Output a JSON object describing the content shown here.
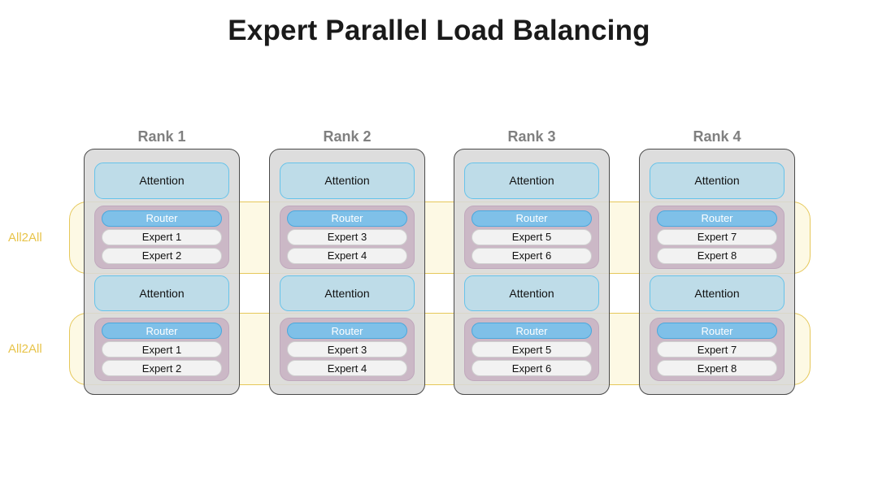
{
  "title": "Expert Parallel Load Balancing",
  "colors": {
    "rank_card_bg": "#D8D8D8",
    "rank_card_border": "#4A4A4A",
    "attention_bg": "#BEDCE8",
    "attention_border": "#66C3EA",
    "moe_bg": "#C9B4C4",
    "moe_border": "#C0A8BD",
    "router_bg": "#7FC0E8",
    "router_border": "#4AA8DD",
    "router_text": "#FFFFFF",
    "expert_bg": "#F2F2F2",
    "expert_border": "#CFCFCF",
    "a2a_band_fill": "#F5E278",
    "a2a_band_border": "#E6C85A",
    "a2a_label_text": "#E8C44A",
    "rank_title_text": "#808080"
  },
  "a2a_bands": [
    {
      "label": "All2All"
    },
    {
      "label": "All2All"
    }
  ],
  "ranks": [
    {
      "title": "Rank 1",
      "layers": [
        {
          "type": "attention",
          "label": "Attention"
        },
        {
          "type": "moe",
          "router": "Router",
          "experts": [
            "Expert 1",
            "Expert 2"
          ]
        },
        {
          "type": "attention",
          "label": "Attention"
        },
        {
          "type": "moe",
          "router": "Router",
          "experts": [
            "Expert 1",
            "Expert 2"
          ]
        }
      ]
    },
    {
      "title": "Rank 2",
      "layers": [
        {
          "type": "attention",
          "label": "Attention"
        },
        {
          "type": "moe",
          "router": "Router",
          "experts": [
            "Expert 3",
            "Expert 4"
          ]
        },
        {
          "type": "attention",
          "label": "Attention"
        },
        {
          "type": "moe",
          "router": "Router",
          "experts": [
            "Expert 3",
            "Expert 4"
          ]
        }
      ]
    },
    {
      "title": "Rank 3",
      "layers": [
        {
          "type": "attention",
          "label": "Attention"
        },
        {
          "type": "moe",
          "router": "Router",
          "experts": [
            "Expert 5",
            "Expert 6"
          ]
        },
        {
          "type": "attention",
          "label": "Attention"
        },
        {
          "type": "moe",
          "router": "Router",
          "experts": [
            "Expert 5",
            "Expert 6"
          ]
        }
      ]
    },
    {
      "title": "Rank 4",
      "layers": [
        {
          "type": "attention",
          "label": "Attention"
        },
        {
          "type": "moe",
          "router": "Router",
          "experts": [
            "Expert 7",
            "Expert 8"
          ]
        },
        {
          "type": "attention",
          "label": "Attention"
        },
        {
          "type": "moe",
          "router": "Router",
          "experts": [
            "Expert 7",
            "Expert 8"
          ]
        }
      ]
    }
  ]
}
